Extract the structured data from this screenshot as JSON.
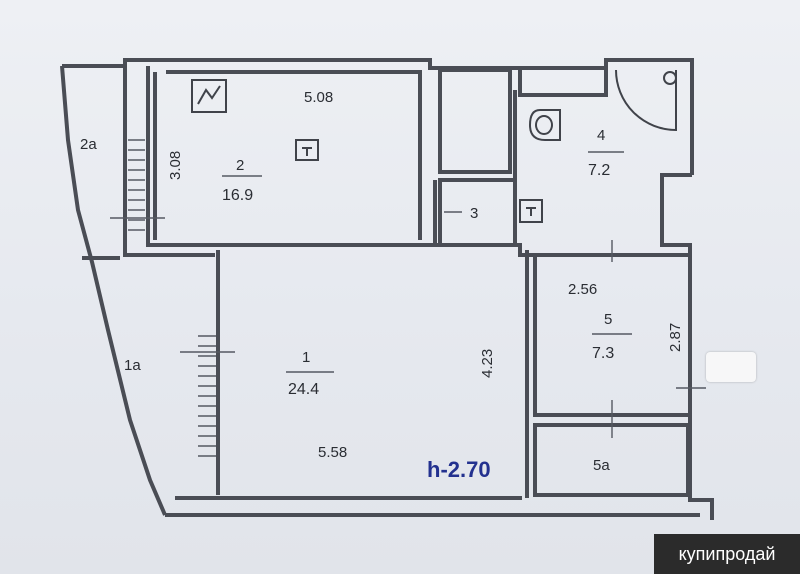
{
  "rooms": {
    "r1": {
      "number": "1",
      "area": "24.4"
    },
    "r1a": {
      "number": "1а"
    },
    "r2": {
      "number": "2",
      "area": "16.9"
    },
    "r2a": {
      "number": "2а"
    },
    "r3": {
      "number": "3"
    },
    "r4": {
      "number": "4",
      "area": "7.2"
    },
    "r5": {
      "number": "5",
      "area": "7.3"
    },
    "r5a": {
      "number": "5а"
    }
  },
  "dimensions": {
    "r2_width": "5.08",
    "r2_depth": "3.08",
    "r1_depth": "4.23",
    "r1_width": "5.58",
    "r5_width": "2.56",
    "r5_depth": "2.87"
  },
  "ceiling_height": "h-2.70",
  "watermark": "купипродай",
  "colors": {
    "wall": "#4a4d55",
    "height_label": "#23318f",
    "watermark_bg": "#2b2b2b"
  }
}
